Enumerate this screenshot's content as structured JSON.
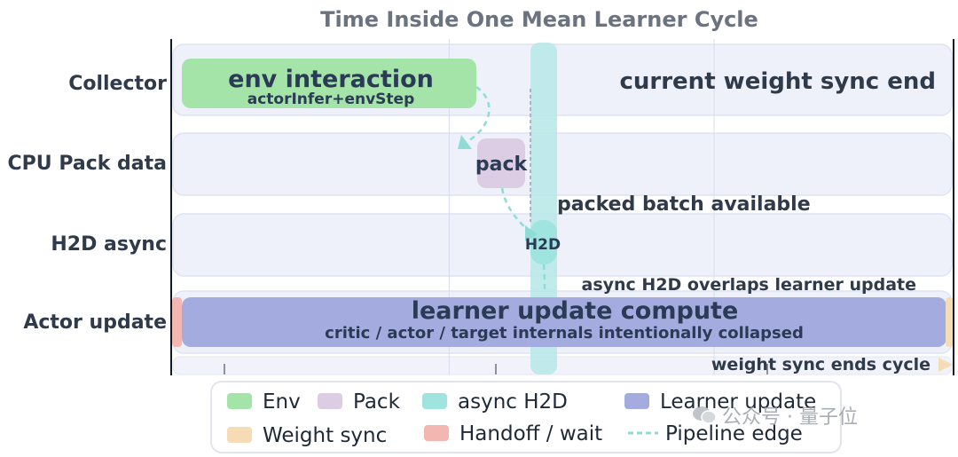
{
  "chart_data": {
    "type": "timeline",
    "title": "Time Inside One Mean Learner Cycle",
    "lanes": [
      "Collector",
      "CPU Pack data",
      "H2D async",
      "Actor update"
    ],
    "bars": [
      {
        "lane": "Actor update",
        "kind": "Handoff / wait",
        "start": 0.0,
        "end": 0.04,
        "color": "#f4b6b0"
      },
      {
        "lane": "Collector",
        "kind": "Env",
        "start": 0.04,
        "end": 1.15,
        "label": "env interaction",
        "sublabel": "actorInfer+envStep",
        "color": "#a4e4a8"
      },
      {
        "lane": "CPU Pack data",
        "kind": "Pack",
        "start": 1.15,
        "end": 1.33,
        "label": "pack",
        "color": "#dccde4"
      },
      {
        "lane": "H2D async",
        "kind": "async H2D",
        "start": 1.33,
        "end": 1.45,
        "label": "H2D",
        "color": "#9fe4de"
      },
      {
        "lane": "Actor update",
        "kind": "Learner update",
        "start": 0.04,
        "end": 2.86,
        "label": "learner update compute",
        "sublabel": "critic / actor / target internals intentionally collapsed",
        "color": "#a4acdf"
      },
      {
        "lane": "Actor update",
        "kind": "Weight sync",
        "start": 2.86,
        "end": 2.92,
        "color": "#f6dcb4"
      }
    ],
    "overlap_band": {
      "start": 1.33,
      "end": 1.43,
      "color": "#b6e8e6"
    },
    "marker_line": {
      "x": 1.33,
      "style": "dashed"
    },
    "pipeline_edges": [
      {
        "from": "Collector",
        "to": "CPU Pack data"
      },
      {
        "from": "CPU Pack data",
        "to": "H2D async"
      },
      {
        "from": "H2D async",
        "to": "Actor update"
      }
    ],
    "annotations": [
      {
        "text": "current weight sync end",
        "lane": "Collector",
        "anchor": "right"
      },
      {
        "text": "packed batch available",
        "lane": "CPU Pack data",
        "anchor": "below-left"
      },
      {
        "text": "async H2D overlaps learner update",
        "lane": "H2D async",
        "anchor": "below-right"
      },
      {
        "text": "weight sync ends cycle",
        "lane": "Actor update",
        "anchor": "below-right"
      }
    ],
    "xlim": [
      0,
      2.92
    ],
    "grid": true,
    "legend": {
      "placement": "bottom",
      "items": [
        {
          "label": "Env",
          "color": "#a4e4a8",
          "shape": "box"
        },
        {
          "label": "Pack",
          "color": "#dccde4",
          "shape": "box"
        },
        {
          "label": "async H2D",
          "color": "#9fe4de",
          "shape": "box"
        },
        {
          "label": "Learner update",
          "color": "#a4acdf",
          "shape": "box"
        },
        {
          "label": "Weight sync",
          "color": "#f6dcb4",
          "shape": "box"
        },
        {
          "label": "Handoff / wait",
          "color": "#f4b6b0",
          "shape": "box"
        },
        {
          "label": "Pipeline edge",
          "color": "#8fdcd6",
          "shape": "dashed-line"
        }
      ]
    }
  },
  "watermark": {
    "text": "公众号 · 量子位"
  }
}
